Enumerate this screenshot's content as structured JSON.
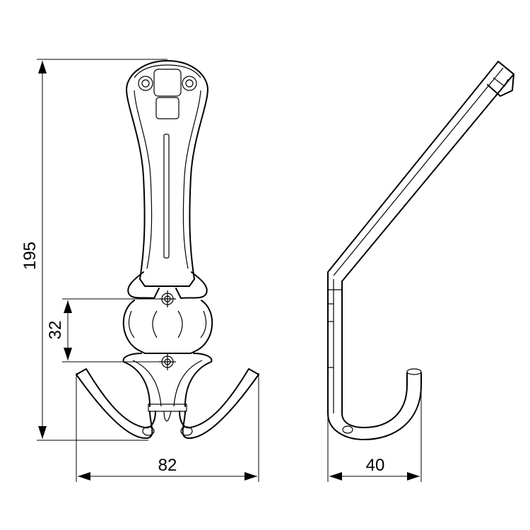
{
  "dimensions": {
    "height": "195",
    "hole_spacing": "32",
    "width_front": "82",
    "depth_side": "40"
  },
  "colors": {
    "line": "#000000",
    "background": "#ffffff"
  }
}
